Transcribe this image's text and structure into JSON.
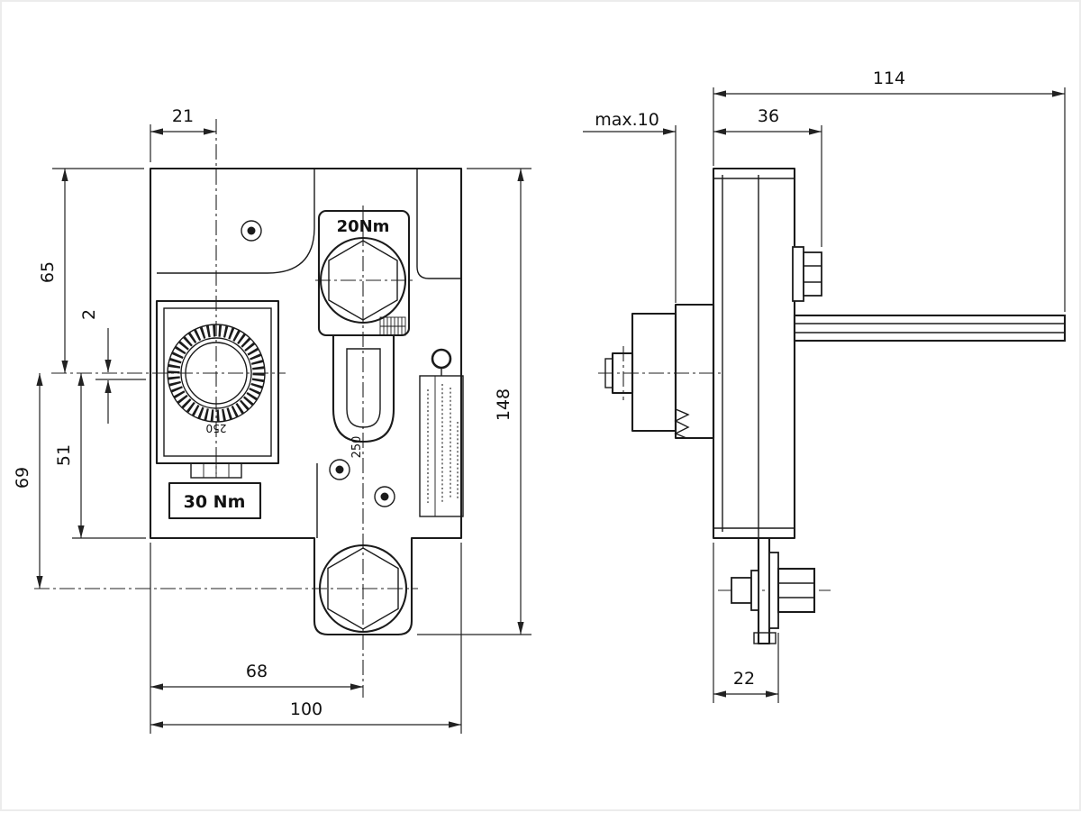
{
  "drawing": {
    "views": {
      "front": {
        "dims": {
          "width_21": "21",
          "height_65": "65",
          "offset_2": "2",
          "height_51": "51",
          "height_69": "69",
          "height_148": "148",
          "width_68": "68",
          "width_100": "100"
        },
        "labels": {
          "torque_top": "20Nm",
          "torque_bottom": "30 Nm",
          "knob_scale": "250",
          "slot_scale": "250"
        }
      },
      "side": {
        "dims": {
          "width_114": "114",
          "panel_max": "max.10",
          "width_36": "36",
          "width_22": "22"
        }
      }
    }
  }
}
